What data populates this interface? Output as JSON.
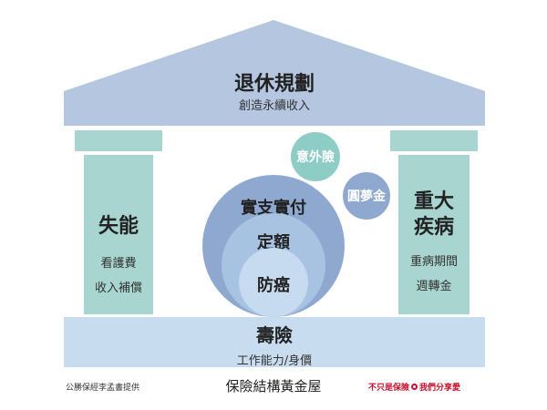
{
  "roof": {
    "title": "退休規劃",
    "subtitle": "創造永續收入"
  },
  "left_pillar": {
    "title": "失能",
    "lines": [
      "看護費",
      "收入補償"
    ]
  },
  "right_pillar": {
    "title_lines": [
      "重大",
      "疾病"
    ],
    "lines": [
      "重病期間",
      "週轉金"
    ]
  },
  "center": {
    "outer": "實支實付",
    "middle": "定額",
    "inner": "防癌",
    "accident": "意外險",
    "dream": "圓夢金"
  },
  "base": {
    "title": "壽險",
    "subtitle": "工作能力/身價"
  },
  "footer": {
    "left": "公勝保經李孟書提供",
    "center": "保險結構黃金屋",
    "right_a": "不只是保險",
    "right_b": "我們分享愛"
  },
  "colors": {
    "roof": "#b4c6e0",
    "pillar": "#a8d5cf",
    "base": "#c8dcef",
    "circle_outer": "#8fa8d0",
    "circle_mid": "#a8c2e2",
    "circle_inner": "#c6daf0",
    "accent_red": "#c8102e"
  }
}
